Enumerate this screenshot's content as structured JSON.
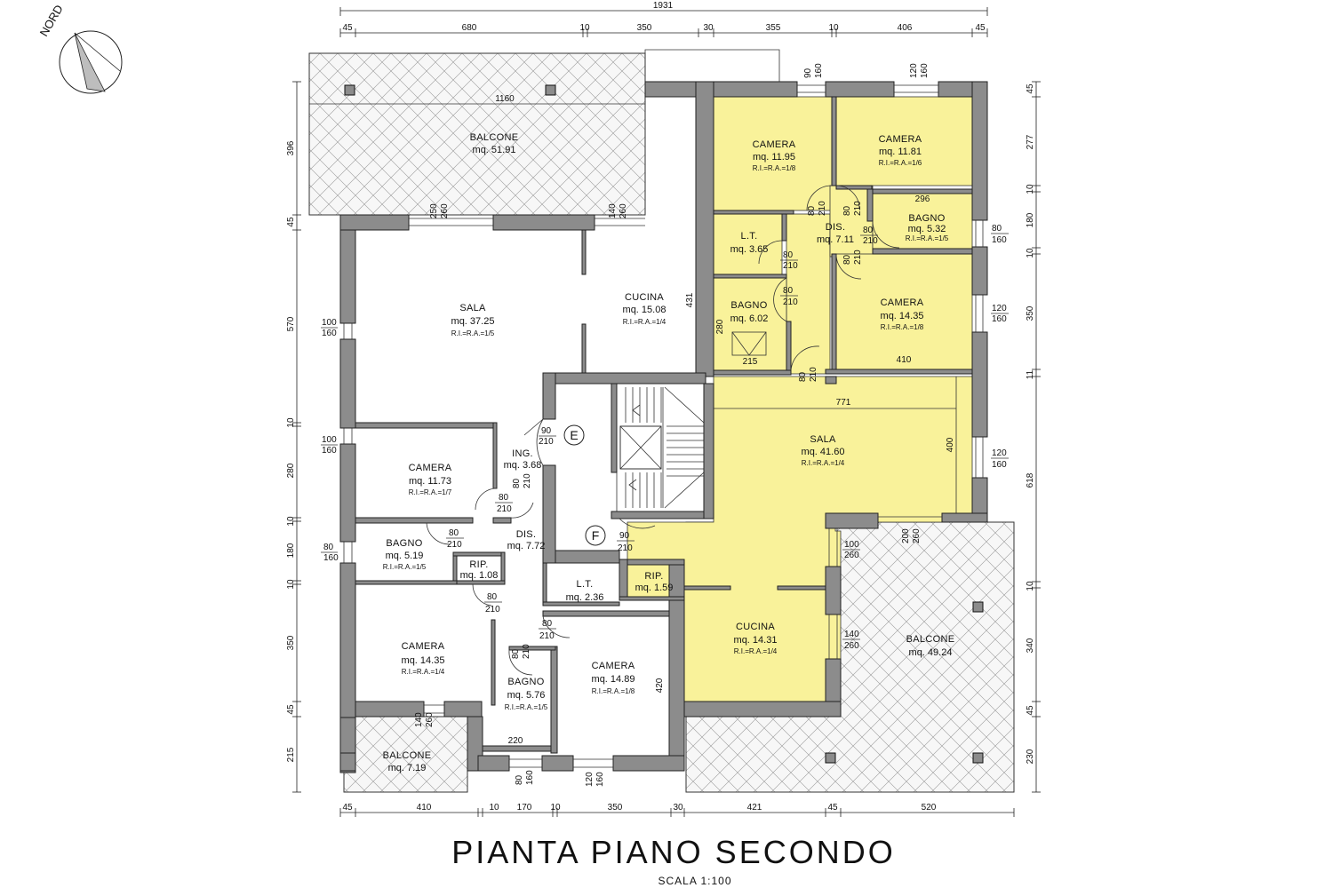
{
  "drawing": {
    "title": "PIANTA PIANO SECONDO",
    "scale": "SCALA 1:100",
    "north_label": "NORD"
  },
  "dims": {
    "top_total": "1931",
    "top": [
      "45",
      "680",
      "10",
      "350",
      "30",
      "355",
      "10",
      "406",
      "45"
    ],
    "bottom": [
      "45",
      "410",
      "10",
      "170",
      "10",
      "350",
      "30",
      "421",
      "45",
      "520"
    ],
    "left": [
      "396",
      "45",
      "570",
      "10",
      "280",
      "10",
      "180",
      "10",
      "350",
      "45",
      "215"
    ],
    "right": [
      "45",
      "277",
      "10",
      "180",
      "10",
      "350",
      "11",
      "618",
      "10",
      "340",
      "45",
      "230"
    ]
  },
  "rooms": {
    "balcone_top": {
      "name": "BALCONE",
      "area": "mq.  51.91"
    },
    "sala_left": {
      "name": "SALA",
      "area": "mq.  37.25",
      "ratio": "R.I.=R.A.=1/5"
    },
    "cucina_left": {
      "name": "CUCINA",
      "area": "mq.  15.08",
      "ratio": "R.I.=R.A.=1/4"
    },
    "camera_nw": {
      "name": "CAMERA",
      "area": "mq.  11.95",
      "ratio": "R.I.=R.A.=1/8"
    },
    "camera_ne": {
      "name": "CAMERA",
      "area": "mq.  11.81",
      "ratio": "R.I.=R.A.=1/6"
    },
    "lt_top": {
      "name": "L.T.",
      "area": "mq.  3.65"
    },
    "dis_top": {
      "name": "DIS.",
      "area": "mq.  7.11"
    },
    "bagno_top_right": {
      "name": "BAGNO",
      "area": "mq.  5.32",
      "ratio": "R.I.=R.A.=1/5"
    },
    "bagno_top_mid": {
      "name": "BAGNO",
      "area": "mq.  6.02"
    },
    "camera_e": {
      "name": "CAMERA",
      "area": "mq.  14.35",
      "ratio": "R.I.=R.A.=1/8"
    },
    "sala_right": {
      "name": "SALA",
      "area": "mq.  41.60",
      "ratio": "R.I.=R.A.=1/4"
    },
    "camera_w": {
      "name": "CAMERA",
      "area": "mq.  11.73",
      "ratio": "R.I.=R.A.=1/7"
    },
    "ing": {
      "name": "ING.",
      "area": "mq.  3.68"
    },
    "bagno_w": {
      "name": "BAGNO",
      "area": "mq.  5.19",
      "ratio": "R.I.=R.A.=1/5"
    },
    "rip_w": {
      "name": "RIP.",
      "area": "mq.  1.08"
    },
    "dis_w": {
      "name": "DIS.",
      "area": "mq.  7.72"
    },
    "lt_mid": {
      "name": "L.T.",
      "area": "mq.  2.36"
    },
    "rip_mid": {
      "name": "RIP.",
      "area": "mq.  1.59"
    },
    "camera_sw": {
      "name": "CAMERA",
      "area": "mq.  14.35",
      "ratio": "R.I.=R.A.=1/4"
    },
    "bagno_s": {
      "name": "BAGNO",
      "area": "mq.  5.76",
      "ratio": "R.I.=R.A.=1/5"
    },
    "camera_s": {
      "name": "CAMERA",
      "area": "mq.  14.89",
      "ratio": "R.I.=R.A.=1/8"
    },
    "cucina_right": {
      "name": "CUCINA",
      "area": "mq.  14.31",
      "ratio": "R.I.=R.A.=1/4"
    },
    "balcone_se": {
      "name": "BALCONE",
      "area": "mq.  49.24"
    },
    "balcone_sw": {
      "name": "BALCONE",
      "area": "mq.  7.19"
    }
  },
  "stair_labels": {
    "e": "E",
    "f": "F"
  },
  "inner_dims": {
    "d1160": "1160",
    "d296": "296",
    "d431": "431",
    "d280": "280",
    "d215": "215",
    "d410": "410",
    "d771": "771",
    "d400": "400",
    "d220": "220",
    "d420": "420"
  },
  "openings": {
    "w_sala_top_a": [
      "250",
      "260"
    ],
    "w_sala_top_b": [
      "140",
      "260"
    ],
    "w_top_1": [
      "90",
      "160"
    ],
    "w_top_2": [
      "120",
      "160"
    ],
    "w_right_1": [
      "80",
      "160"
    ],
    "w_right_2": [
      "120",
      "160"
    ],
    "w_right_3": [
      "120",
      "160"
    ],
    "w_left_1": [
      "100",
      "160"
    ],
    "w_left_2": [
      "100",
      "160"
    ],
    "w_left_3": [
      "80",
      "160"
    ],
    "w_bal_sw": [
      "140",
      "260"
    ],
    "w_bot_1": [
      "80",
      "160"
    ],
    "w_bot_2": [
      "120",
      "160"
    ],
    "w_bal_e_1": [
      "200",
      "260"
    ],
    "w_bal_e_2": [
      "100",
      "260"
    ],
    "w_bal_e_3": [
      "140",
      "260"
    ],
    "dr_a": [
      "80",
      "210"
    ],
    "dr_b": [
      "80",
      "210"
    ],
    "dr_c": [
      "80",
      "210"
    ],
    "dr_d": [
      "80",
      "210"
    ],
    "dr_e": [
      "80",
      "210"
    ],
    "dr_f": [
      "80",
      "210"
    ],
    "dr_g": [
      "80",
      "210"
    ],
    "dr_ing": [
      "90",
      "210"
    ],
    "dr_cam_w": [
      "80",
      "210"
    ],
    "dr_ing2": [
      "80",
      "210"
    ],
    "dr_bagno_w": [
      "80",
      "210"
    ],
    "dr_sw": [
      "80",
      "210"
    ],
    "dr_s": [
      "80",
      "210"
    ],
    "dr_bagno_s": [
      "80",
      "210"
    ],
    "dr_f_entry": [
      "90",
      "210"
    ]
  }
}
